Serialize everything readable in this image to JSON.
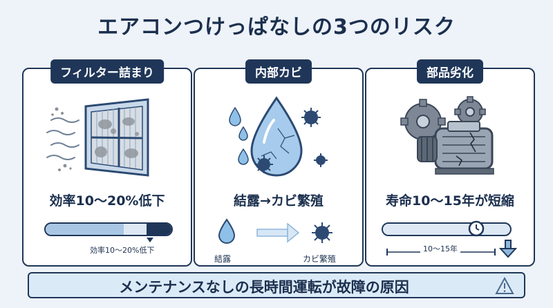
{
  "title": "エアコンつけっぱなしの3つのリスク",
  "cards": [
    {
      "header": "フィルター詰まり",
      "headline": "効率10〜20%低下",
      "bar_caption": "効率10〜20%低下",
      "bar_level": {
        "good": 0.62,
        "loss": 0.18
      }
    },
    {
      "header": "内部カビ",
      "headline": "結露→カビ繁殖",
      "flow_from": "結露",
      "flow_to": "カビ繁殖"
    },
    {
      "header": "部品劣化",
      "headline": "寿命10〜15年が短縮",
      "span_label": "10〜15年"
    }
  ],
  "banner": "メンテナンスなしの長時間運転が故障の原因",
  "colors": {
    "navy": "#1f3658",
    "light_blue": "#a9c7e4",
    "pale_blue": "#dbeaf7",
    "water": "#7fb3df"
  },
  "icons": [
    "filter-icon",
    "water-drop-icon",
    "virus-icon",
    "gear-icon",
    "compressor-icon",
    "clock-icon",
    "arrow-down-icon",
    "warning-icon"
  ]
}
